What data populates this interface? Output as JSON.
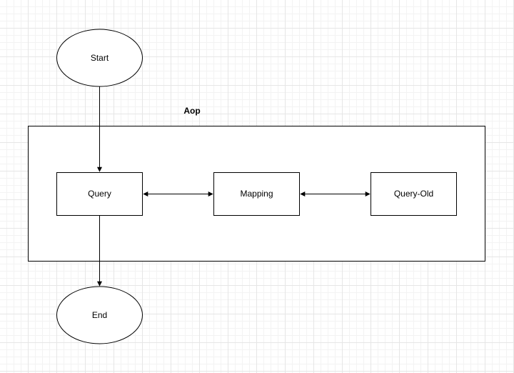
{
  "diagram": {
    "group": {
      "label": "Aop"
    },
    "nodes": {
      "start": {
        "label": "Start",
        "shape": "ellipse"
      },
      "end": {
        "label": "End",
        "shape": "ellipse"
      },
      "query": {
        "label": "Query",
        "shape": "rectangle"
      },
      "mapping": {
        "label": "Mapping",
        "shape": "rectangle"
      },
      "query_old": {
        "label": "Query-Old",
        "shape": "rectangle"
      }
    },
    "edges": [
      {
        "from": "Start",
        "to": "Query",
        "direction": "forward"
      },
      {
        "from": "Query",
        "to": "End",
        "direction": "forward"
      },
      {
        "from": "Query",
        "to": "Mapping",
        "direction": "both"
      },
      {
        "from": "Mapping",
        "to": "Query-Old",
        "direction": "both"
      }
    ],
    "colors": {
      "stroke": "#000000",
      "fill": "#ffffff",
      "grid": "#e6e6e6"
    }
  }
}
